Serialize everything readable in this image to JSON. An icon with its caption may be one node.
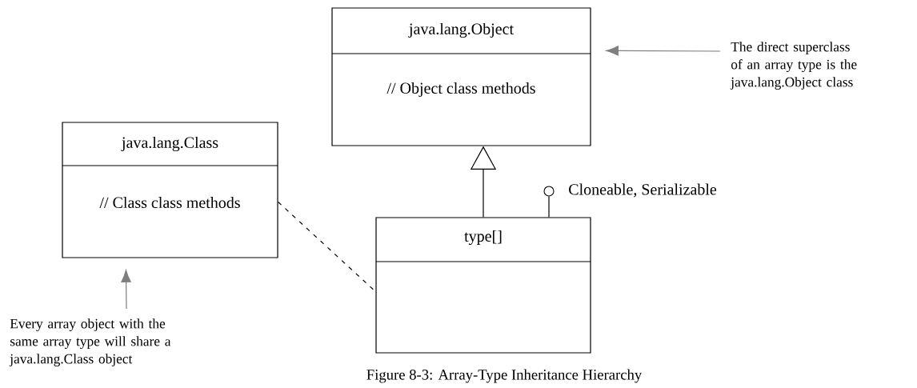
{
  "diagram": {
    "caption": "Figure 8-3: Array-Type Inheritance Hierarchy",
    "nodes": [
      {
        "text": [
          "java.lang.Object",
          "// Object class methods"
        ]
      },
      {
        "text": [
          "java.lang.Class",
          "// Class class methods"
        ]
      },
      {
        "text": [
          "type[]"
        ]
      },
      {
        "text": [
          "The direct superclass of an array type is the java.lang.Object class"
        ]
      },
      {
        "text": [
          "Every array object with the same array type will share a java.lang.Class object"
        ]
      },
      {
        "text": [],
        "shape": "circle",
        "beside": [
          "Cloneable, Serializable"
        ]
      }
    ],
    "edges": [
      {
        "from": 2,
        "to": 0,
        "arrow": "to"
      },
      {
        "from": 1,
        "to": 2,
        "arrow": "none",
        "style": "dashed"
      },
      {
        "from": 2,
        "to": 5,
        "arrow": "none"
      },
      {
        "from": 3,
        "to": 0,
        "arrow": "to",
        "color": "#7f7f7f"
      },
      {
        "from": 4,
        "to": 1,
        "arrow": "to",
        "color": "#7f7f7f"
      }
    ]
  }
}
